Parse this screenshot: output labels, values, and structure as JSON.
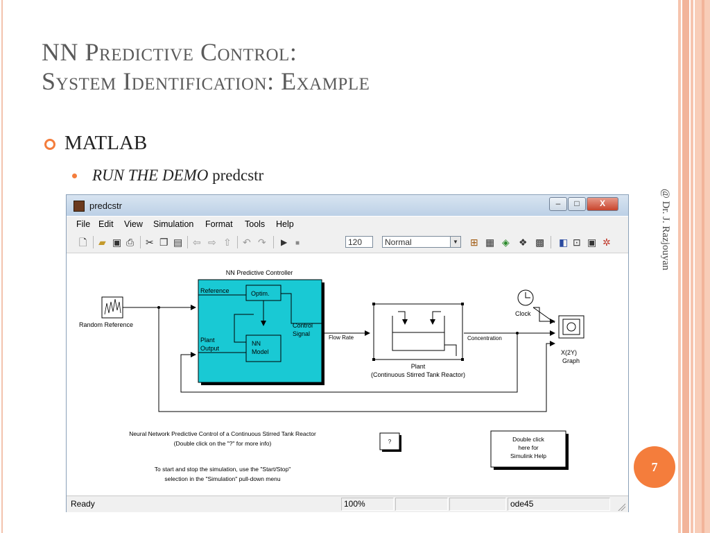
{
  "slide": {
    "title_line1": "NN Predictive Control:",
    "title_line2": "System Identification: Example",
    "bullet1": "MATLAB",
    "bullet2_italic": "RUN THE DEMO",
    "bullet2_rest": " predcstr",
    "side_credit": "@ Dr. J. Razjouyan",
    "page_number": "7",
    "accent_color": "#f47d3c"
  },
  "window": {
    "title": "predcstr",
    "controls": {
      "minimize": "–",
      "maximize": "□",
      "close": "X"
    },
    "menu": [
      "File",
      "Edit",
      "View",
      "Simulation",
      "Format",
      "Tools",
      "Help"
    ],
    "toolbar": {
      "icons": [
        "new-icon",
        "open-icon",
        "save-icon",
        "print-icon",
        "cut-icon",
        "copy-icon",
        "paste-icon",
        "back-icon",
        "forward-icon",
        "up-icon",
        "undo-icon",
        "redo-icon",
        "play-icon",
        "stop-icon"
      ],
      "stop_time": "120",
      "sim_mode": "Normal",
      "right_icons": [
        "build-icon",
        "library-icon",
        "update-icon",
        "model-explorer-icon",
        "debugger-icon",
        "toggle-icon",
        "zoom-icon",
        "subsystem-icon",
        "settings-icon"
      ]
    },
    "diagram": {
      "controller_title": "NN Predictive Controller",
      "reference_in": "Reference",
      "optim": "Optim.",
      "nn_model_1": "NN",
      "nn_model_2": "Model",
      "plant_output_1": "Plant",
      "plant_output_2": "Output",
      "control_signal_1": "Control",
      "control_signal_2": "Signal",
      "random_reference": "Random Reference",
      "flow_rate": "Flow Rate",
      "concentration": "Concentration",
      "plant_label_1": "Plant",
      "plant_label_2": "(Continuous Stirred Tank Reactor)",
      "clock": "Clock",
      "graph_1": "X(2Y)",
      "graph_2": "Graph",
      "desc_1": "Neural Network Predictive Control of a Continuous Stirred Tank Reactor",
      "desc_2": "(Double click on the \"?\" for more info)",
      "help_q": "?",
      "simulink_help_1": "Double click",
      "simulink_help_2": "here for",
      "simulink_help_3": "Simulink Help",
      "startstop_1": "To start and stop the simulation, use the \"Start/Stop\"",
      "startstop_2": "selection in the \"Simulation\" pull-down menu",
      "controller_color": "#19c9d4"
    },
    "status": {
      "ready": "Ready",
      "zoom": "100%",
      "solver": "ode45"
    }
  }
}
